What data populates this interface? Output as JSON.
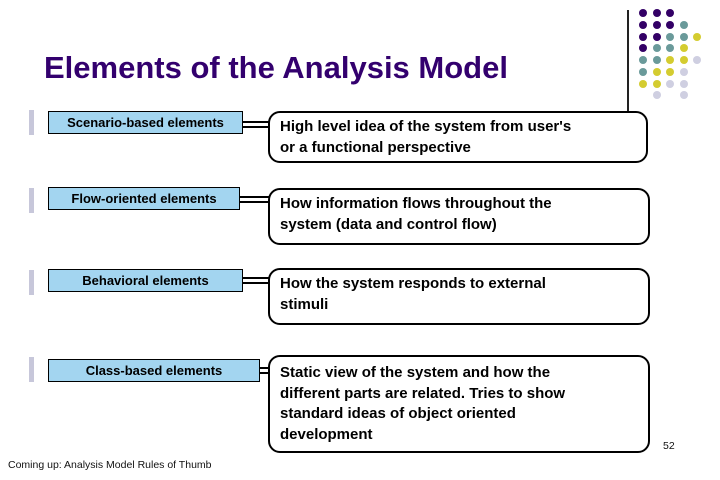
{
  "slide": {
    "title": "Elements of the Analysis Model",
    "page_number": "52",
    "footer_note": "Coming up: Analysis Model Rules of Thumb"
  },
  "colors": {
    "title_text": "#33006E",
    "label_fill": "#A3D5F0",
    "box_border": "#000000",
    "bullet": "#C7C7DA",
    "dot_purple": "#330066",
    "dot_teal": "#6A9A9A",
    "dot_yellow": "#D4CC30",
    "dot_lavender": "#CFCFE1"
  },
  "rows": [
    {
      "label": "Scenario-based elements",
      "description_lines": [
        "High level idea of the system from user's",
        "or a functional perspective"
      ]
    },
    {
      "label": "Flow-oriented elements",
      "description_lines": [
        "How information flows throughout the",
        "system (data and control flow)"
      ]
    },
    {
      "label": "Behavioral elements",
      "description_lines": [
        "How the system responds to external",
        "stimuli"
      ]
    },
    {
      "label": "Class-based elements",
      "description_lines": [
        "Static view of the system and how the",
        "different parts are related. Tries to show",
        "standard ideas of object oriented",
        "development"
      ]
    }
  ],
  "decoration": {
    "dot_rows": [
      "PPP..",
      "PPPT.",
      "PPTTY",
      "PTTY.",
      "TTYYL",
      "TYYL.",
      "YYLL.",
      ".L.L."
    ]
  }
}
